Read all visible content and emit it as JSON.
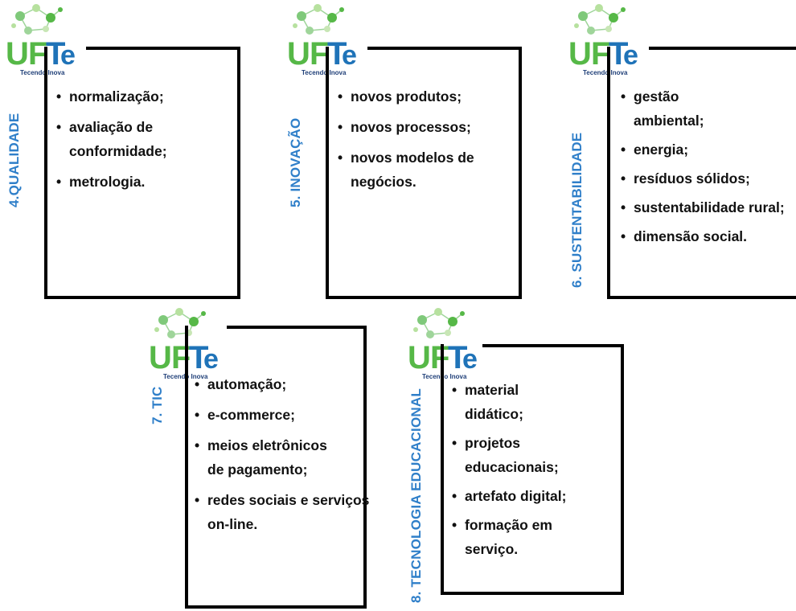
{
  "logo": {
    "text": "UFTe",
    "tagline": "Tecendo Inova"
  },
  "colors": {
    "label_blue": "#2f7fc9",
    "logo_green": "#56b847",
    "logo_blue": "#1f73b8"
  },
  "panels": [
    {
      "label": "4.QUALIDADE",
      "items": [
        "normalização;",
        " avaliação de conformidade;",
        " metrologia."
      ]
    },
    {
      "label": "5. INOVAÇÃO",
      "items": [
        "novos produtos;",
        " novos processos;",
        "novos modelos de negócios."
      ]
    },
    {
      "label": "6. SUSTENTABILIDADE",
      "items": [
        "gestão ambiental;",
        "energia;",
        "resíduos sólidos;",
        " sustentabilidade rural;",
        "dimensão social."
      ]
    },
    {
      "label": "7. TIC",
      "items": [
        "automação;",
        "e-commerce;",
        "meios eletrônicos de pagamento;",
        "redes sociais e serviços on-line."
      ]
    },
    {
      "label": "8. TECNOLOGIA EDUCACIONAL",
      "items": [
        "material didático;",
        "projetos educacionais;",
        " artefato digital;",
        " formação em serviço."
      ]
    }
  ]
}
